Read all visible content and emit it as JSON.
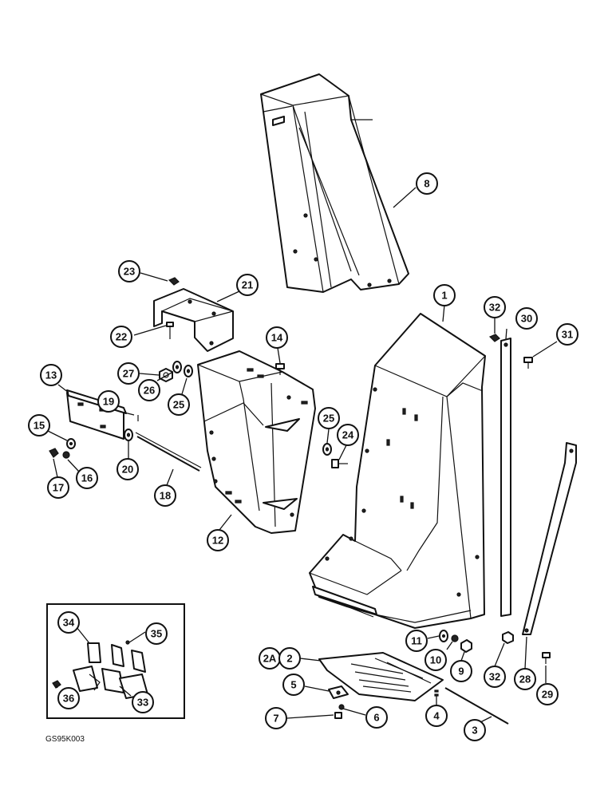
{
  "figure_code": "GS95K003",
  "callouts": {
    "c1": "1",
    "c2": "2",
    "c2a": "2A",
    "c3": "3",
    "c4": "4",
    "c5": "5",
    "c6": "6",
    "c7": "7",
    "c8": "8",
    "c9": "9",
    "c10": "10",
    "c11": "11",
    "c12": "12",
    "c13": "13",
    "c14": "14",
    "c15": "15",
    "c16": "16",
    "c17": "17",
    "c18": "18",
    "c19": "19",
    "c20": "20",
    "c21": "21",
    "c22": "22",
    "c23": "23",
    "c24": "24",
    "c25a": "25",
    "c25b": "25",
    "c26": "26",
    "c27": "27",
    "c28": "28",
    "c29": "29",
    "c30": "30",
    "c31": "31",
    "c32a": "32",
    "c32b": "32",
    "c33": "33",
    "c34": "34",
    "c35": "35",
    "c36": "36"
  }
}
